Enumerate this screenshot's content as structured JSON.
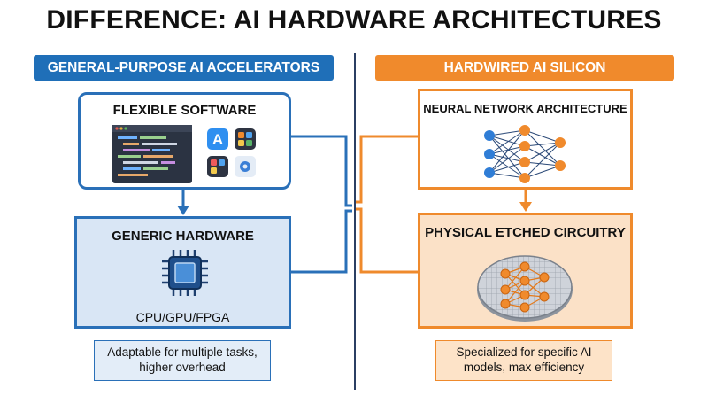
{
  "title": "DIFFERENCE: AI HARDWARE ARCHITECTURES",
  "left": {
    "header": "GENERAL-PURPOSE AI ACCELERATORS",
    "top_box": "FLEXIBLE SOFTWARE",
    "bottom_box": "GENERIC HARDWARE",
    "bottom_caption": "CPU/GPU/FPGA",
    "note": "Adaptable for multiple tasks, higher overhead",
    "color": "#1f6fb8"
  },
  "right": {
    "header": "HARDWIRED AI SILICON",
    "top_box": "NEURAL NETWORK ARCHITECTURE",
    "bottom_box": "PHYSICAL ETCHED CIRCUITRY",
    "note": "Specialized for specific AI models, max efficiency",
    "color": "#f08a2c"
  },
  "icons": [
    "code-editor-icon",
    "app-store-icon",
    "app-grid-icon",
    "chip-icon",
    "neural-network-icon",
    "silicon-wafer-icon"
  ]
}
